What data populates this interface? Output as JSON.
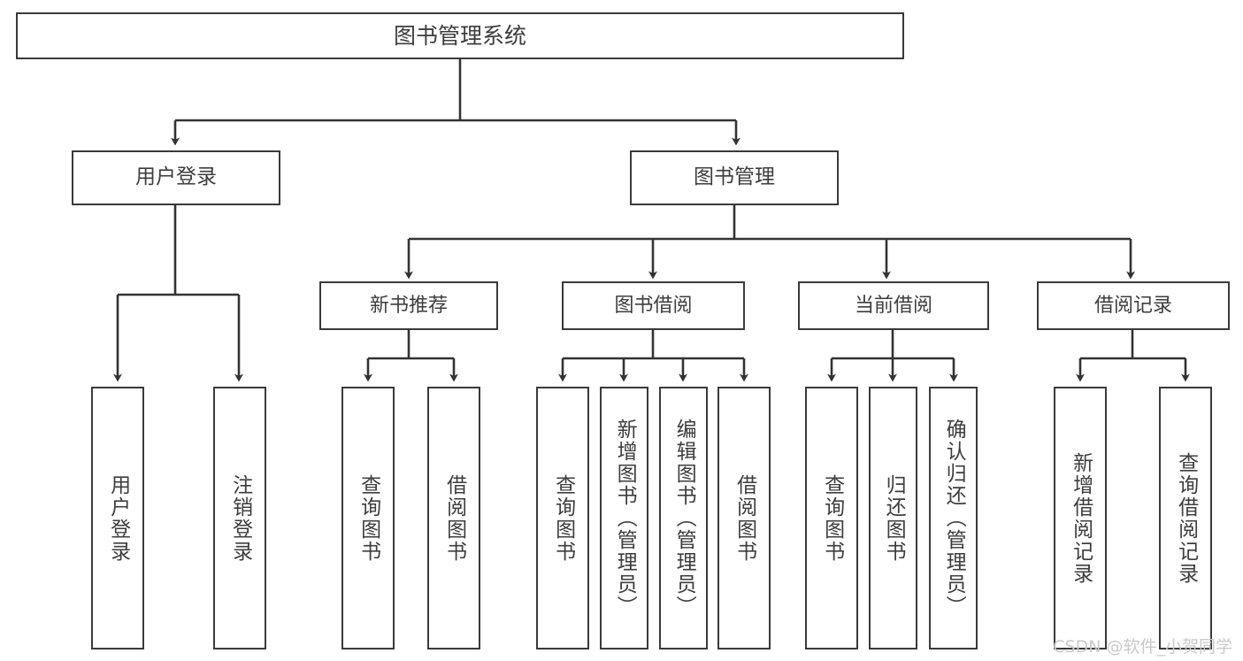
{
  "diagram": {
    "title": "图书管理系统",
    "style": {
      "box_border_color": "#3a3a3a",
      "line_color": "#333333",
      "background": "#ffffff",
      "text_color": "#3d3d3d",
      "watermark_color": "#c9c9c9"
    },
    "root": {
      "label": "图书管理系统"
    },
    "level2": [
      {
        "label": "用户登录"
      },
      {
        "label": "图书管理"
      }
    ],
    "level3": [
      {
        "label": "新书推荐"
      },
      {
        "label": "图书借阅"
      },
      {
        "label": "当前借阅"
      },
      {
        "label": "借阅记录"
      }
    ],
    "leaves": {
      "user_login": [
        {
          "label": "用户登录"
        },
        {
          "label": "注销登录"
        }
      ],
      "new_book_recommend": [
        {
          "label": "查询图书"
        },
        {
          "label": "借阅图书"
        }
      ],
      "book_borrow": [
        {
          "label": "查询图书"
        },
        {
          "label": "新增图书（管理员）"
        },
        {
          "label": "编辑图书（管理员）"
        },
        {
          "label": "借阅图书"
        }
      ],
      "current_borrow": [
        {
          "label": "查询图书"
        },
        {
          "label": "归还图书"
        },
        {
          "label": "确认归还（管理员）"
        }
      ],
      "borrow_record": [
        {
          "label": "新增借阅记录"
        },
        {
          "label": "查询借阅记录"
        }
      ]
    }
  },
  "watermark": {
    "text": "CSDN @软件_小贺同学"
  }
}
